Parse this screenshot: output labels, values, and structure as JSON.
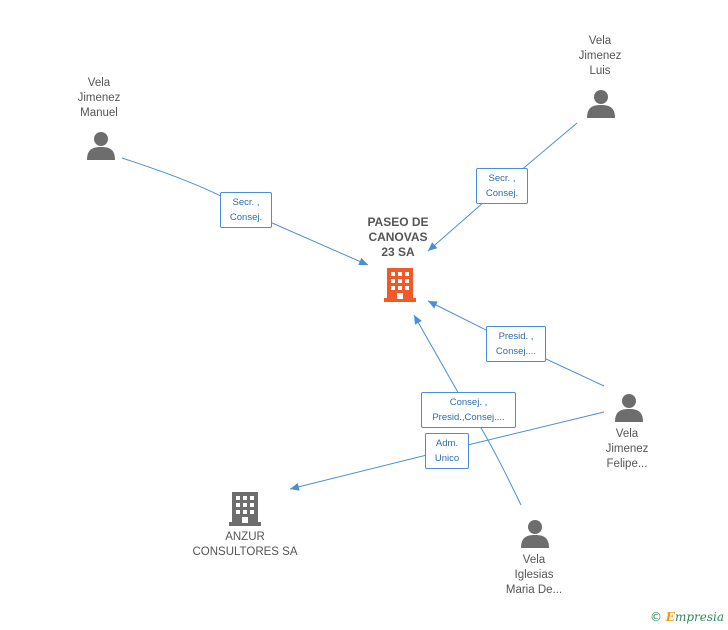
{
  "center": {
    "name": "PASEO DE\nCANOVAS\n23 SA",
    "color": "#f05a28"
  },
  "nodes": {
    "manuel": {
      "name": "Vela\nJimenez\nManuel"
    },
    "luis": {
      "name": "Vela\nJimenez\nLuis"
    },
    "felipe": {
      "name": "Vela\nJimenez\nFelipe..."
    },
    "maria": {
      "name": "Vela\nIglesias\nMaria De..."
    },
    "anzur": {
      "name": "ANZUR\nCONSULTORES SA"
    }
  },
  "relations": {
    "manuel": "Secr. ,\nConsej.",
    "luis": "Secr. ,\nConsej.",
    "felipe": "Presid. ,\nConsej....",
    "maria": "Consej. ,\nPresid.,Consej....",
    "anzur": "Adm.\nUnico"
  },
  "colors": {
    "edge": "#4a8fd4",
    "person": "#6d6d6d",
    "company": "#6d6d6d"
  },
  "brand": {
    "copyright": "©",
    "name": "mpresia",
    "initial": "E"
  }
}
